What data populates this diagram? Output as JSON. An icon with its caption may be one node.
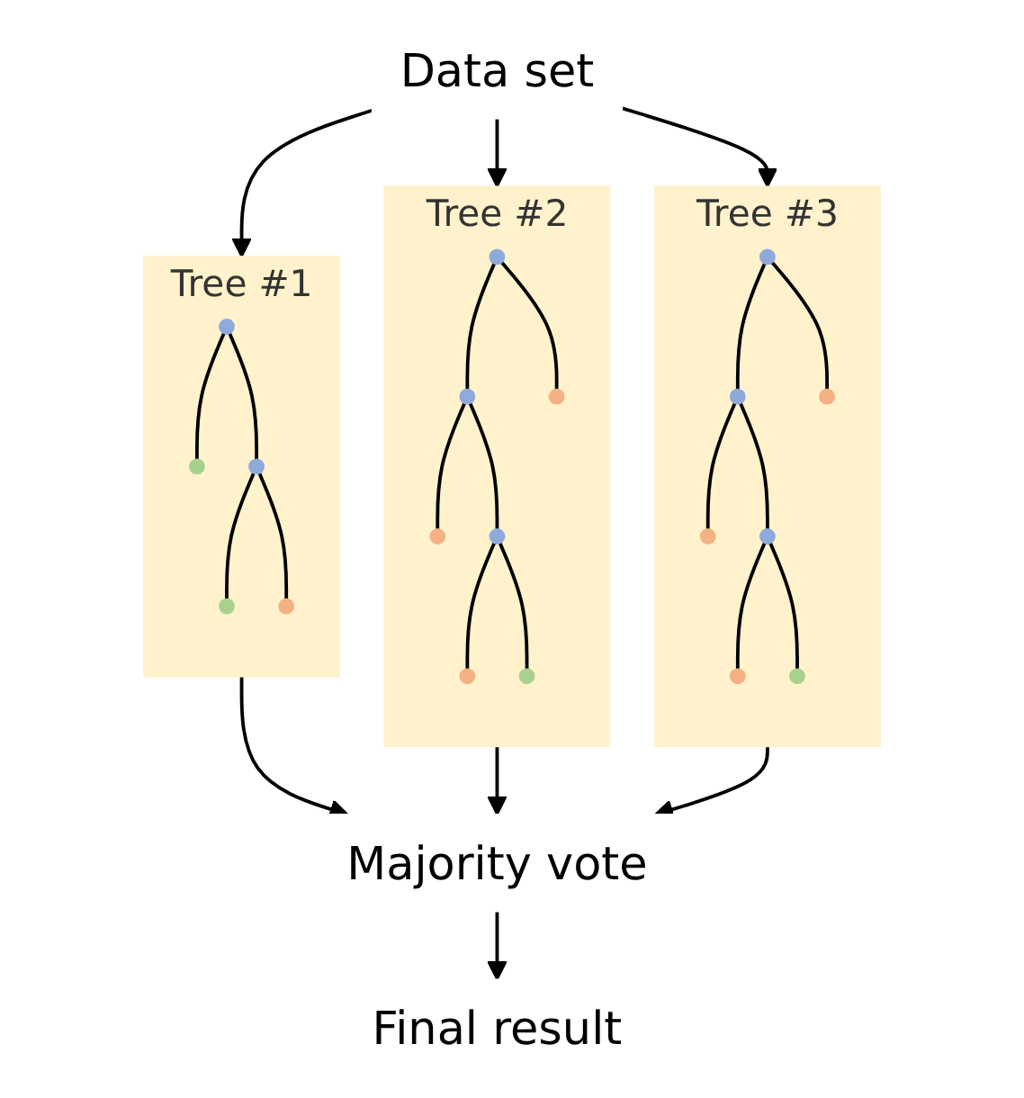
{
  "diagram": {
    "nodes": [
      {
        "text": [
          "Data set"
        ]
      },
      {
        "text": [
          "Tree #1"
        ]
      },
      {
        "text": [],
        "shape": "circle",
        "in": 1
      },
      {
        "text": [],
        "shape": "circle",
        "in": 1
      },
      {
        "text": [],
        "shape": "circle",
        "in": 1
      },
      {
        "text": [],
        "shape": "circle",
        "in": 1
      },
      {
        "text": [],
        "shape": "circle",
        "in": 1
      },
      {
        "text": [
          "Tree #2"
        ]
      },
      {
        "text": [],
        "shape": "circle",
        "in": 7
      },
      {
        "text": [],
        "shape": "circle",
        "in": 7
      },
      {
        "text": [],
        "shape": "circle",
        "in": 7
      },
      {
        "text": [],
        "shape": "circle",
        "in": 7
      },
      {
        "text": [],
        "shape": "circle",
        "in": 7
      },
      {
        "text": [],
        "shape": "circle",
        "in": 7
      },
      {
        "text": [],
        "shape": "circle",
        "in": 7
      },
      {
        "text": [
          "Tree #3"
        ]
      },
      {
        "text": [],
        "shape": "circle",
        "in": 15
      },
      {
        "text": [],
        "shape": "circle",
        "in": 15
      },
      {
        "text": [],
        "shape": "circle",
        "in": 15
      },
      {
        "text": [],
        "shape": "circle",
        "in": 15
      },
      {
        "text": [],
        "shape": "circle",
        "in": 15
      },
      {
        "text": [],
        "shape": "circle",
        "in": 15
      },
      {
        "text": [],
        "shape": "circle",
        "in": 15
      },
      {
        "text": [
          "Majority vote"
        ]
      },
      {
        "text": [
          "Final result"
        ]
      }
    ],
    "edges": [
      {
        "from": 0,
        "to": 1,
        "arrow": "to"
      },
      {
        "from": 0,
        "to": 7,
        "arrow": "to"
      },
      {
        "from": 0,
        "to": 15,
        "arrow": "to"
      },
      {
        "from": 2,
        "to": 3,
        "arrow": "none"
      },
      {
        "from": 2,
        "to": 4,
        "arrow": "none"
      },
      {
        "from": 4,
        "to": 5,
        "arrow": "none"
      },
      {
        "from": 4,
        "to": 6,
        "arrow": "none"
      },
      {
        "from": 8,
        "to": 9,
        "arrow": "none"
      },
      {
        "from": 8,
        "to": 10,
        "arrow": "none"
      },
      {
        "from": 9,
        "to": 11,
        "arrow": "none"
      },
      {
        "from": 9,
        "to": 12,
        "arrow": "none"
      },
      {
        "from": 12,
        "to": 13,
        "arrow": "none"
      },
      {
        "from": 12,
        "to": 14,
        "arrow": "none"
      },
      {
        "from": 16,
        "to": 17,
        "arrow": "none"
      },
      {
        "from": 16,
        "to": 18,
        "arrow": "none"
      },
      {
        "from": 17,
        "to": 19,
        "arrow": "none"
      },
      {
        "from": 17,
        "to": 20,
        "arrow": "none"
      },
      {
        "from": 20,
        "to": 21,
        "arrow": "none"
      },
      {
        "from": 20,
        "to": 22,
        "arrow": "none"
      },
      {
        "from": 1,
        "to": 23,
        "arrow": "to"
      },
      {
        "from": 7,
        "to": 23,
        "arrow": "to"
      },
      {
        "from": 15,
        "to": 23,
        "arrow": "to"
      },
      {
        "from": 23,
        "to": 24,
        "arrow": "to"
      }
    ]
  }
}
